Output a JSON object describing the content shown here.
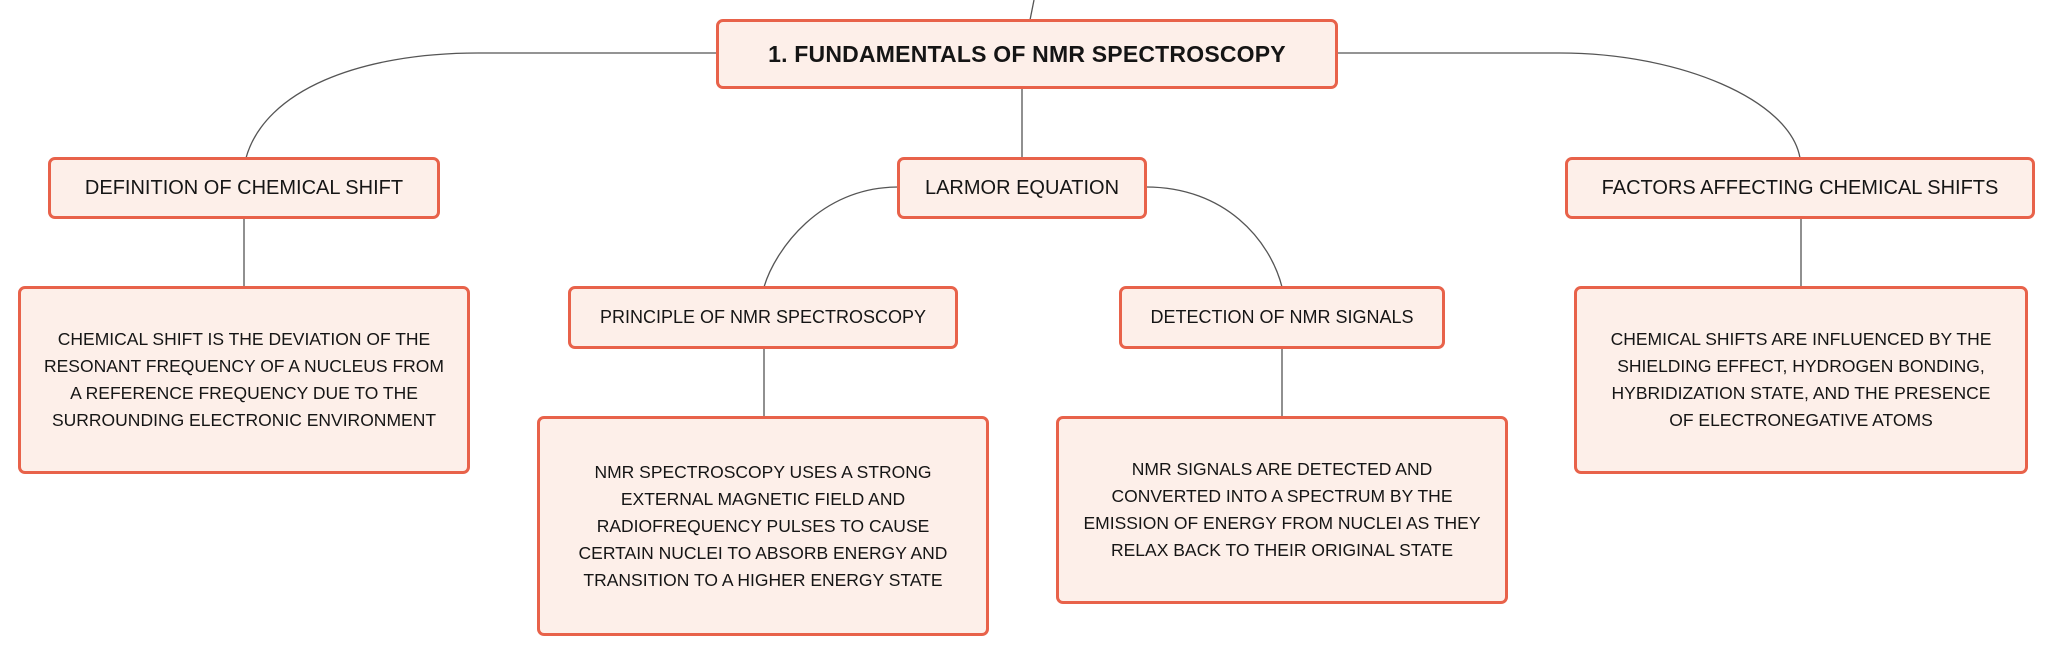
{
  "root": {
    "label": "1. FUNDAMENTALS OF NMR SPECTROSCOPY"
  },
  "definition": {
    "label": "DEFINITION OF CHEMICAL SHIFT",
    "description": "CHEMICAL SHIFT IS THE DEVIATION OF THE RESONANT FREQUENCY OF A NUCLEUS FROM A REFERENCE FREQUENCY DUE TO THE SURROUNDING ELECTRONIC ENVIRONMENT"
  },
  "larmor": {
    "label": "LARMOR EQUATION",
    "principle": {
      "label": "PRINCIPLE OF NMR SPECTROSCOPY",
      "description": "NMR SPECTROSCOPY USES A STRONG EXTERNAL MAGNETIC FIELD AND RADIOFREQUENCY PULSES TO CAUSE CERTAIN NUCLEI TO ABSORB ENERGY AND TRANSITION TO A HIGHER ENERGY STATE"
    },
    "detection": {
      "label": "DETECTION OF NMR SIGNALS",
      "description": "NMR SIGNALS ARE DETECTED AND CONVERTED INTO A SPECTRUM BY THE EMISSION OF ENERGY FROM NUCLEI AS THEY RELAX BACK TO THEIR ORIGINAL STATE"
    }
  },
  "factors": {
    "label": "FACTORS AFFECTING CHEMICAL SHIFTS",
    "description": "CHEMICAL SHIFTS ARE INFLUENCED BY THE SHIELDING EFFECT, HYDROGEN BONDING, HYBRIDIZATION STATE, AND THE PRESENCE OF ELECTRONEGATIVE ATOMS"
  },
  "colors": {
    "border": "#e8624a",
    "fill": "#fdefe9",
    "line": "#555555"
  }
}
